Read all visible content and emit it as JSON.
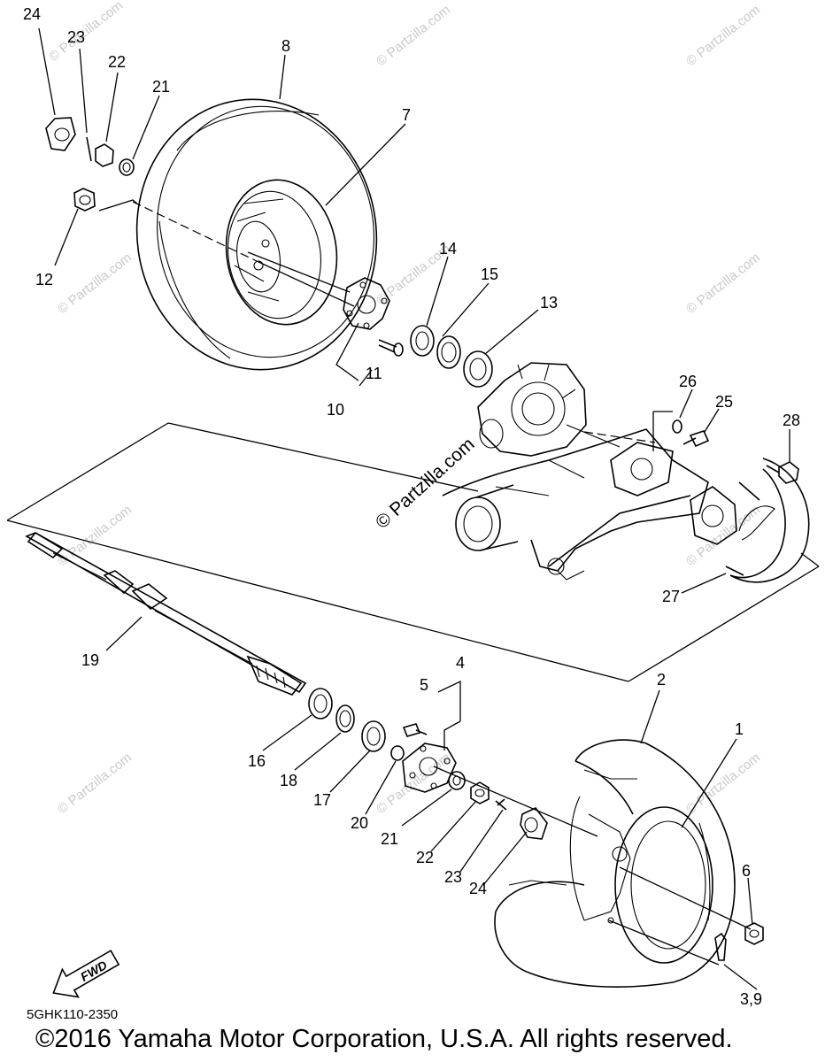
{
  "labels": {
    "p1": "1",
    "p2": "2",
    "p3_9": "3,9",
    "p4": "4",
    "p5": "5",
    "p6": "6",
    "p7": "7",
    "p8": "8",
    "p10": "10",
    "p11": "11",
    "p12": "12",
    "p13": "13",
    "p14": "14",
    "p15": "15",
    "p16": "16",
    "p17": "17",
    "p18": "18",
    "p19": "19",
    "p20": "20",
    "p21_top": "21",
    "p21_bottom": "21",
    "p22_top": "22",
    "p22_bottom": "22",
    "p23_top": "23",
    "p23_bottom": "23",
    "p24_top": "24",
    "p24_bottom": "24",
    "p25": "25",
    "p26": "26",
    "p27": "27",
    "p28": "28"
  },
  "fwd_label": "FWD",
  "diagram_code": "5GHK110-2350",
  "copyright": "©2016 Yamaha Motor Corporation, U.S.A. All rights reserved.",
  "watermark": "© Partzilla.com",
  "center_watermark": "© Partzilla.com"
}
